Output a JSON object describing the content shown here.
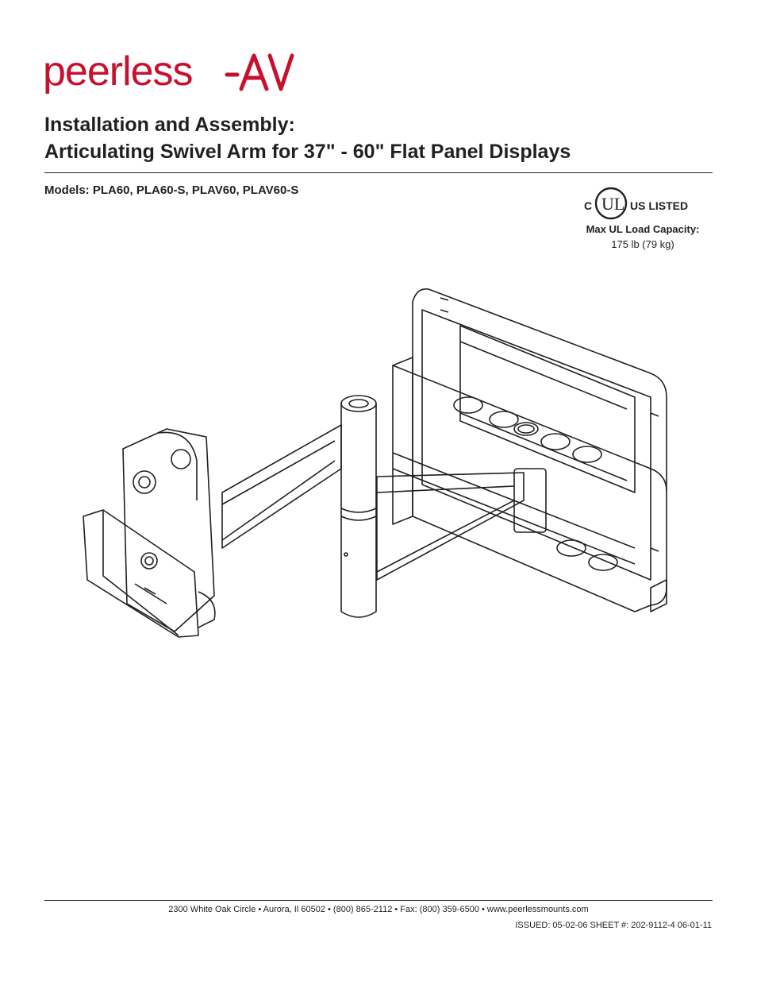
{
  "logo": {
    "brand": "peerless",
    "suffix": "AV",
    "color": "#c8102e"
  },
  "header": {
    "title": "Installation and Assembly:",
    "subtitle": "Articulating Swivel Arm for 37\" - 60\" Flat Panel Displays"
  },
  "models": "Models: PLA60, PLA60-S, PLAV60, PLAV60-S",
  "certification": {
    "mark_left": "C",
    "mark_center": "UL",
    "mark_right": "US LISTED",
    "capacity_label": "Max UL Load Capacity:",
    "capacity_value": "175 lb (79 kg)"
  },
  "figure": {
    "subject": "articulating swivel arm mount line drawing"
  },
  "footer": {
    "address": "2300 White Oak Circle  •  Aurora, Il 60502  •  (800) 865-2112  •  Fax: (800) 359-6500  •  www.peerlessmounts.com",
    "issued": "ISSUED: 05-02-06    SHEET #: 202-9112-4  06-01-11"
  }
}
